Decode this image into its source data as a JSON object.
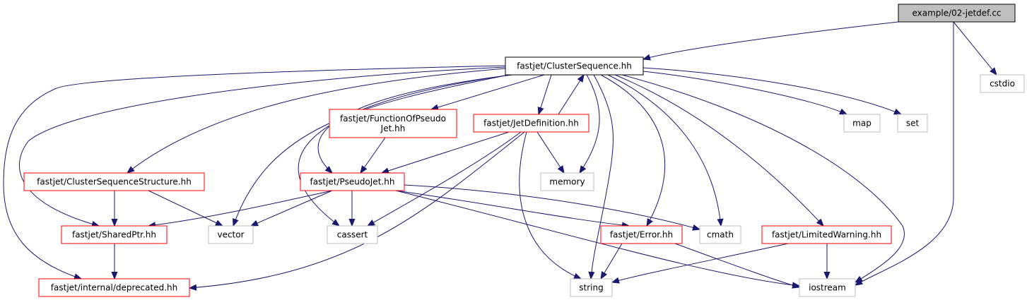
{
  "diagram": {
    "type": "include-dependency-graph",
    "colors": {
      "root_fill": "#bfbfbf",
      "root_border": "#000000",
      "main_border": "#000000",
      "documented_border": "#ff0000",
      "external_border": "#bfbfbf",
      "edge": "#191970"
    },
    "nodes": [
      {
        "id": "root",
        "label": "example/02-jetdef.cc",
        "kind": "root"
      },
      {
        "id": "cs",
        "label": "fastjet/ClusterSequence.hh",
        "kind": "main"
      },
      {
        "id": "cstdio",
        "label": "cstdio",
        "kind": "external"
      },
      {
        "id": "fop",
        "label": "fastjet/FunctionOfPseudo\nJet.hh",
        "kind": "documented"
      },
      {
        "id": "jd",
        "label": "fastjet/JetDefinition.hh",
        "kind": "documented"
      },
      {
        "id": "map",
        "label": "map",
        "kind": "external"
      },
      {
        "id": "set",
        "label": "set",
        "kind": "external"
      },
      {
        "id": "css",
        "label": "fastjet/ClusterSequenceStructure.hh",
        "kind": "documented"
      },
      {
        "id": "pj",
        "label": "fastjet/PseudoJet.hh",
        "kind": "documented"
      },
      {
        "id": "memory",
        "label": "memory",
        "kind": "external"
      },
      {
        "id": "sp",
        "label": "fastjet/SharedPtr.hh",
        "kind": "documented"
      },
      {
        "id": "vector",
        "label": "vector",
        "kind": "external"
      },
      {
        "id": "cassert",
        "label": "cassert",
        "kind": "external"
      },
      {
        "id": "err",
        "label": "fastjet/Error.hh",
        "kind": "documented"
      },
      {
        "id": "cmath",
        "label": "cmath",
        "kind": "external"
      },
      {
        "id": "lw",
        "label": "fastjet/LimitedWarning.hh",
        "kind": "documented"
      },
      {
        "id": "dep",
        "label": "fastjet/internal/deprecated.hh",
        "kind": "documented"
      },
      {
        "id": "string",
        "label": "string",
        "kind": "external"
      },
      {
        "id": "iostream",
        "label": "iostream",
        "kind": "external"
      }
    ],
    "edges": [
      [
        "root",
        "cs"
      ],
      [
        "root",
        "cstdio"
      ],
      [
        "root",
        "iostream"
      ],
      [
        "cs",
        "fop"
      ],
      [
        "cs",
        "jd"
      ],
      [
        "cs",
        "map"
      ],
      [
        "cs",
        "set"
      ],
      [
        "cs",
        "css"
      ],
      [
        "cs",
        "pj"
      ],
      [
        "cs",
        "memory"
      ],
      [
        "cs",
        "sp"
      ],
      [
        "cs",
        "vector"
      ],
      [
        "cs",
        "cassert"
      ],
      [
        "cs",
        "err"
      ],
      [
        "cs",
        "cmath"
      ],
      [
        "cs",
        "lw"
      ],
      [
        "cs",
        "dep"
      ],
      [
        "cs",
        "string"
      ],
      [
        "cs",
        "iostream"
      ],
      [
        "jd",
        "cs"
      ],
      [
        "jd",
        "pj"
      ],
      [
        "jd",
        "memory"
      ],
      [
        "jd",
        "cassert"
      ],
      [
        "jd",
        "dep"
      ],
      [
        "jd",
        "string"
      ],
      [
        "fop",
        "pj"
      ],
      [
        "css",
        "sp"
      ],
      [
        "css",
        "vector"
      ],
      [
        "pj",
        "sp"
      ],
      [
        "pj",
        "vector"
      ],
      [
        "pj",
        "cassert"
      ],
      [
        "pj",
        "err"
      ],
      [
        "pj",
        "cmath"
      ],
      [
        "pj",
        "iostream"
      ],
      [
        "sp",
        "dep"
      ],
      [
        "err",
        "string"
      ],
      [
        "err",
        "iostream"
      ],
      [
        "lw",
        "string"
      ],
      [
        "lw",
        "iostream"
      ]
    ]
  }
}
